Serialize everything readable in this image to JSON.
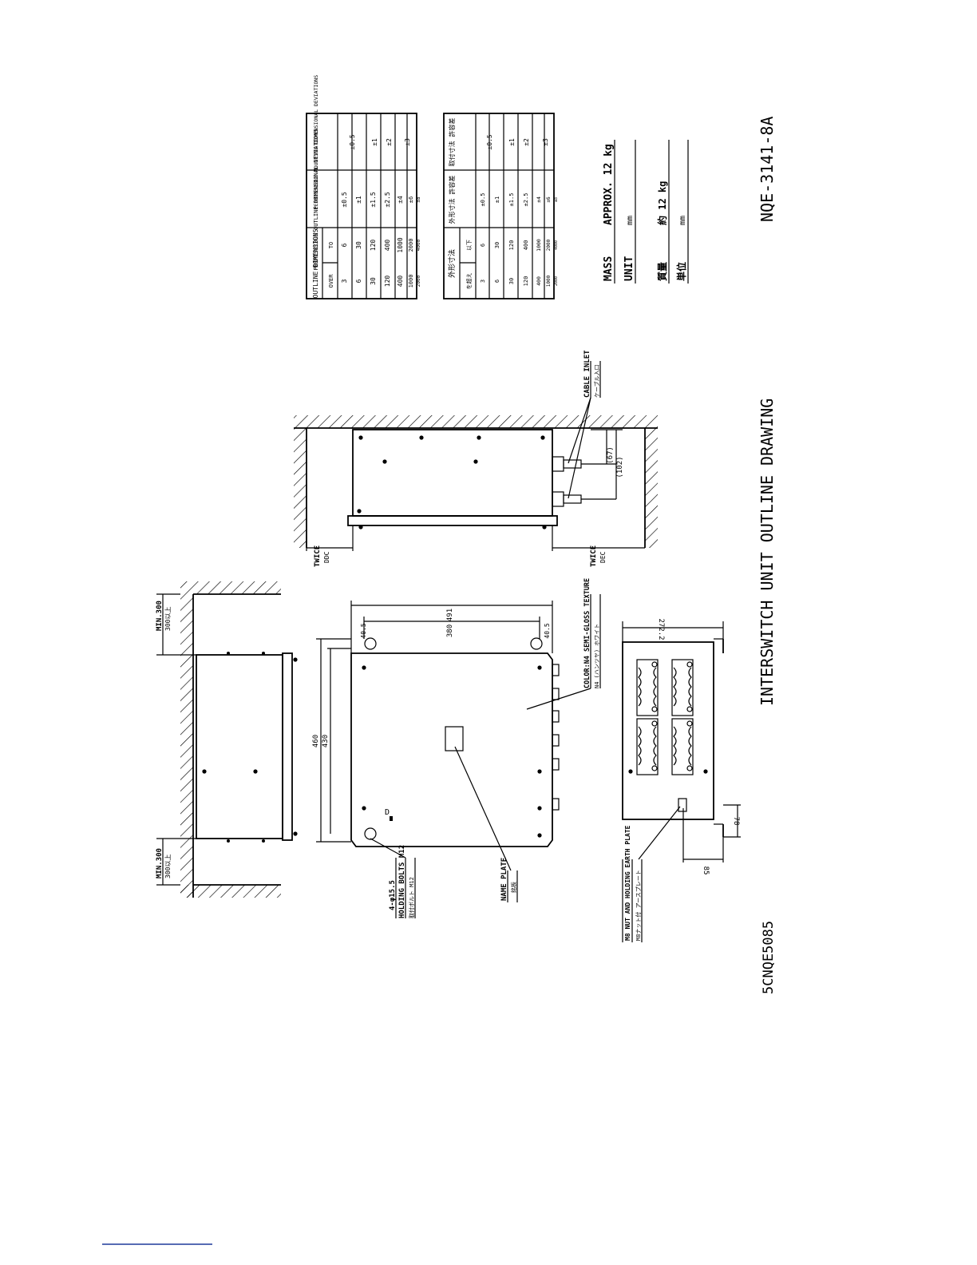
{
  "drawing": {
    "title": "INTERSWITCH UNIT OUTLINE DRAWING",
    "drawing_no": "NQE-3141-8A",
    "doc_code": "5CNQE5085"
  },
  "mass_block": {
    "mass_label": "MASS",
    "mass_value": "APPROX. 12 kg",
    "unit_label": "UNIT",
    "unit_value": "mm",
    "mass_label_jp": "質量",
    "mass_value_jp": "約 12 kg",
    "unit_label_jp": "単位",
    "unit_value_jp": "mm"
  },
  "tolerance_table_en": {
    "col1_header": "OUTLINE DIMENSIONS",
    "col2_header": "PERMISSIBLE OUTLINE DIMENSIONAL DEVIATIONS",
    "col3_header": "PERMISSIBLE MOUNTING DIMENSIONAL DEVIATIONS",
    "sub_over": "OVER",
    "sub_to": "TO",
    "rows": [
      [
        "3",
        "6",
        "±0.5"
      ],
      [
        "6",
        "30",
        "±1"
      ],
      [
        "30",
        "120",
        "±1.5"
      ],
      [
        "120",
        "400",
        "±2.5"
      ],
      [
        "400",
        "1000",
        "±4"
      ],
      [
        "1000",
        "2000",
        "±6"
      ],
      [
        "2000",
        "4000",
        "±8"
      ]
    ],
    "mounting": [
      "±0.5",
      "±1",
      "±2",
      "±3"
    ]
  },
  "tolerance_table_jp": {
    "col1_header": "外形寸法",
    "col2_header": "外形寸法 許容差",
    "col3_header": "取付寸法 許容差",
    "sub_over": "を超え",
    "sub_to": "以下",
    "rows": [
      [
        "3",
        "6",
        "±0.5"
      ],
      [
        "6",
        "30",
        "±1"
      ],
      [
        "30",
        "120",
        "±1.5"
      ],
      [
        "120",
        "400",
        "±2.5"
      ],
      [
        "400",
        "1000",
        "±4"
      ],
      [
        "1000",
        "2000",
        "±6"
      ],
      [
        "2000",
        "4000",
        "±8"
      ]
    ],
    "mounting": [
      "±0.5",
      "±1",
      "±2",
      "±3"
    ]
  },
  "callouts": {
    "cable_inlet": "CABLE INLET",
    "cable_inlet_jp": "ケーブル入口",
    "coloring": "COLOR:N4 SEMI-GLOSS TEXTURE",
    "coloring_jp": "N4 (ハンツヤ) ホワイト",
    "holes": "4-φ15.5",
    "holding_bolts": "HOLDING BOLTS M12",
    "holding_bolts_jp": "取付ボルト M12",
    "name_plate": "NAME PLATE",
    "name_plate_jp": "銘板",
    "earth": "M8 NUT AND HOLDING EARTH PLATE",
    "earth_jp": "M8ナット付 アースプレート"
  },
  "dimensions": {
    "min_300_a": "MIN.300",
    "min_300_a_jp": "300以上",
    "min_300_b": "MIN.300",
    "min_300_b_jp": "300以上",
    "d_460": "460",
    "d_430": "430",
    "d_491": "491",
    "d_380": "380",
    "d_40_left": "40.5",
    "d_40_right": "40.5",
    "d_272": "272.2",
    "d_85": "85",
    "d_78": "78",
    "d_67": "(67)",
    "d_102": "(102)",
    "d_twice_a": "TWICE",
    "d_twice_a_val": "DDC",
    "d_twice_b": "TWICE",
    "d_twice_b_val": "DEC"
  }
}
